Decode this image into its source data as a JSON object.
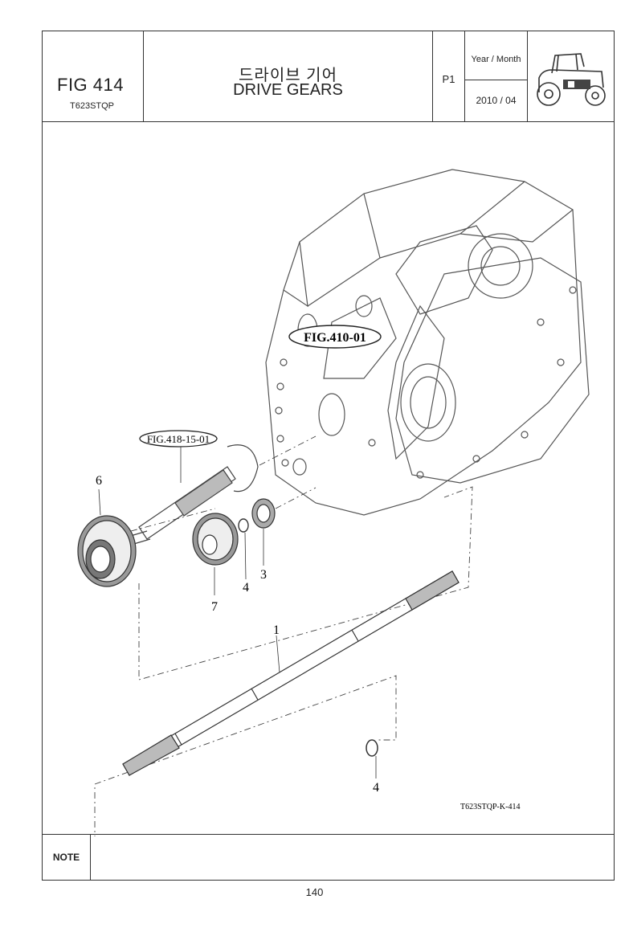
{
  "header": {
    "fig_number": "FIG 414",
    "model": "T623STQP",
    "title_ko": "드라이브 기어",
    "title_en": "DRIVE GEARS",
    "page_code": "P1",
    "year_month_label": "Year / Month",
    "year_month_value": "2010 / 04"
  },
  "drawing": {
    "refs": {
      "housing": "FIG.410-01",
      "pinion": "FIG.418-15-01"
    },
    "callouts": {
      "c1": "1",
      "c3": "3",
      "c4a": "4",
      "c4b": "4",
      "c6": "6",
      "c7": "7"
    },
    "drawing_code": "T623STQP-K-414"
  },
  "note": {
    "label": "NOTE"
  },
  "footer": {
    "page_number": "140"
  }
}
